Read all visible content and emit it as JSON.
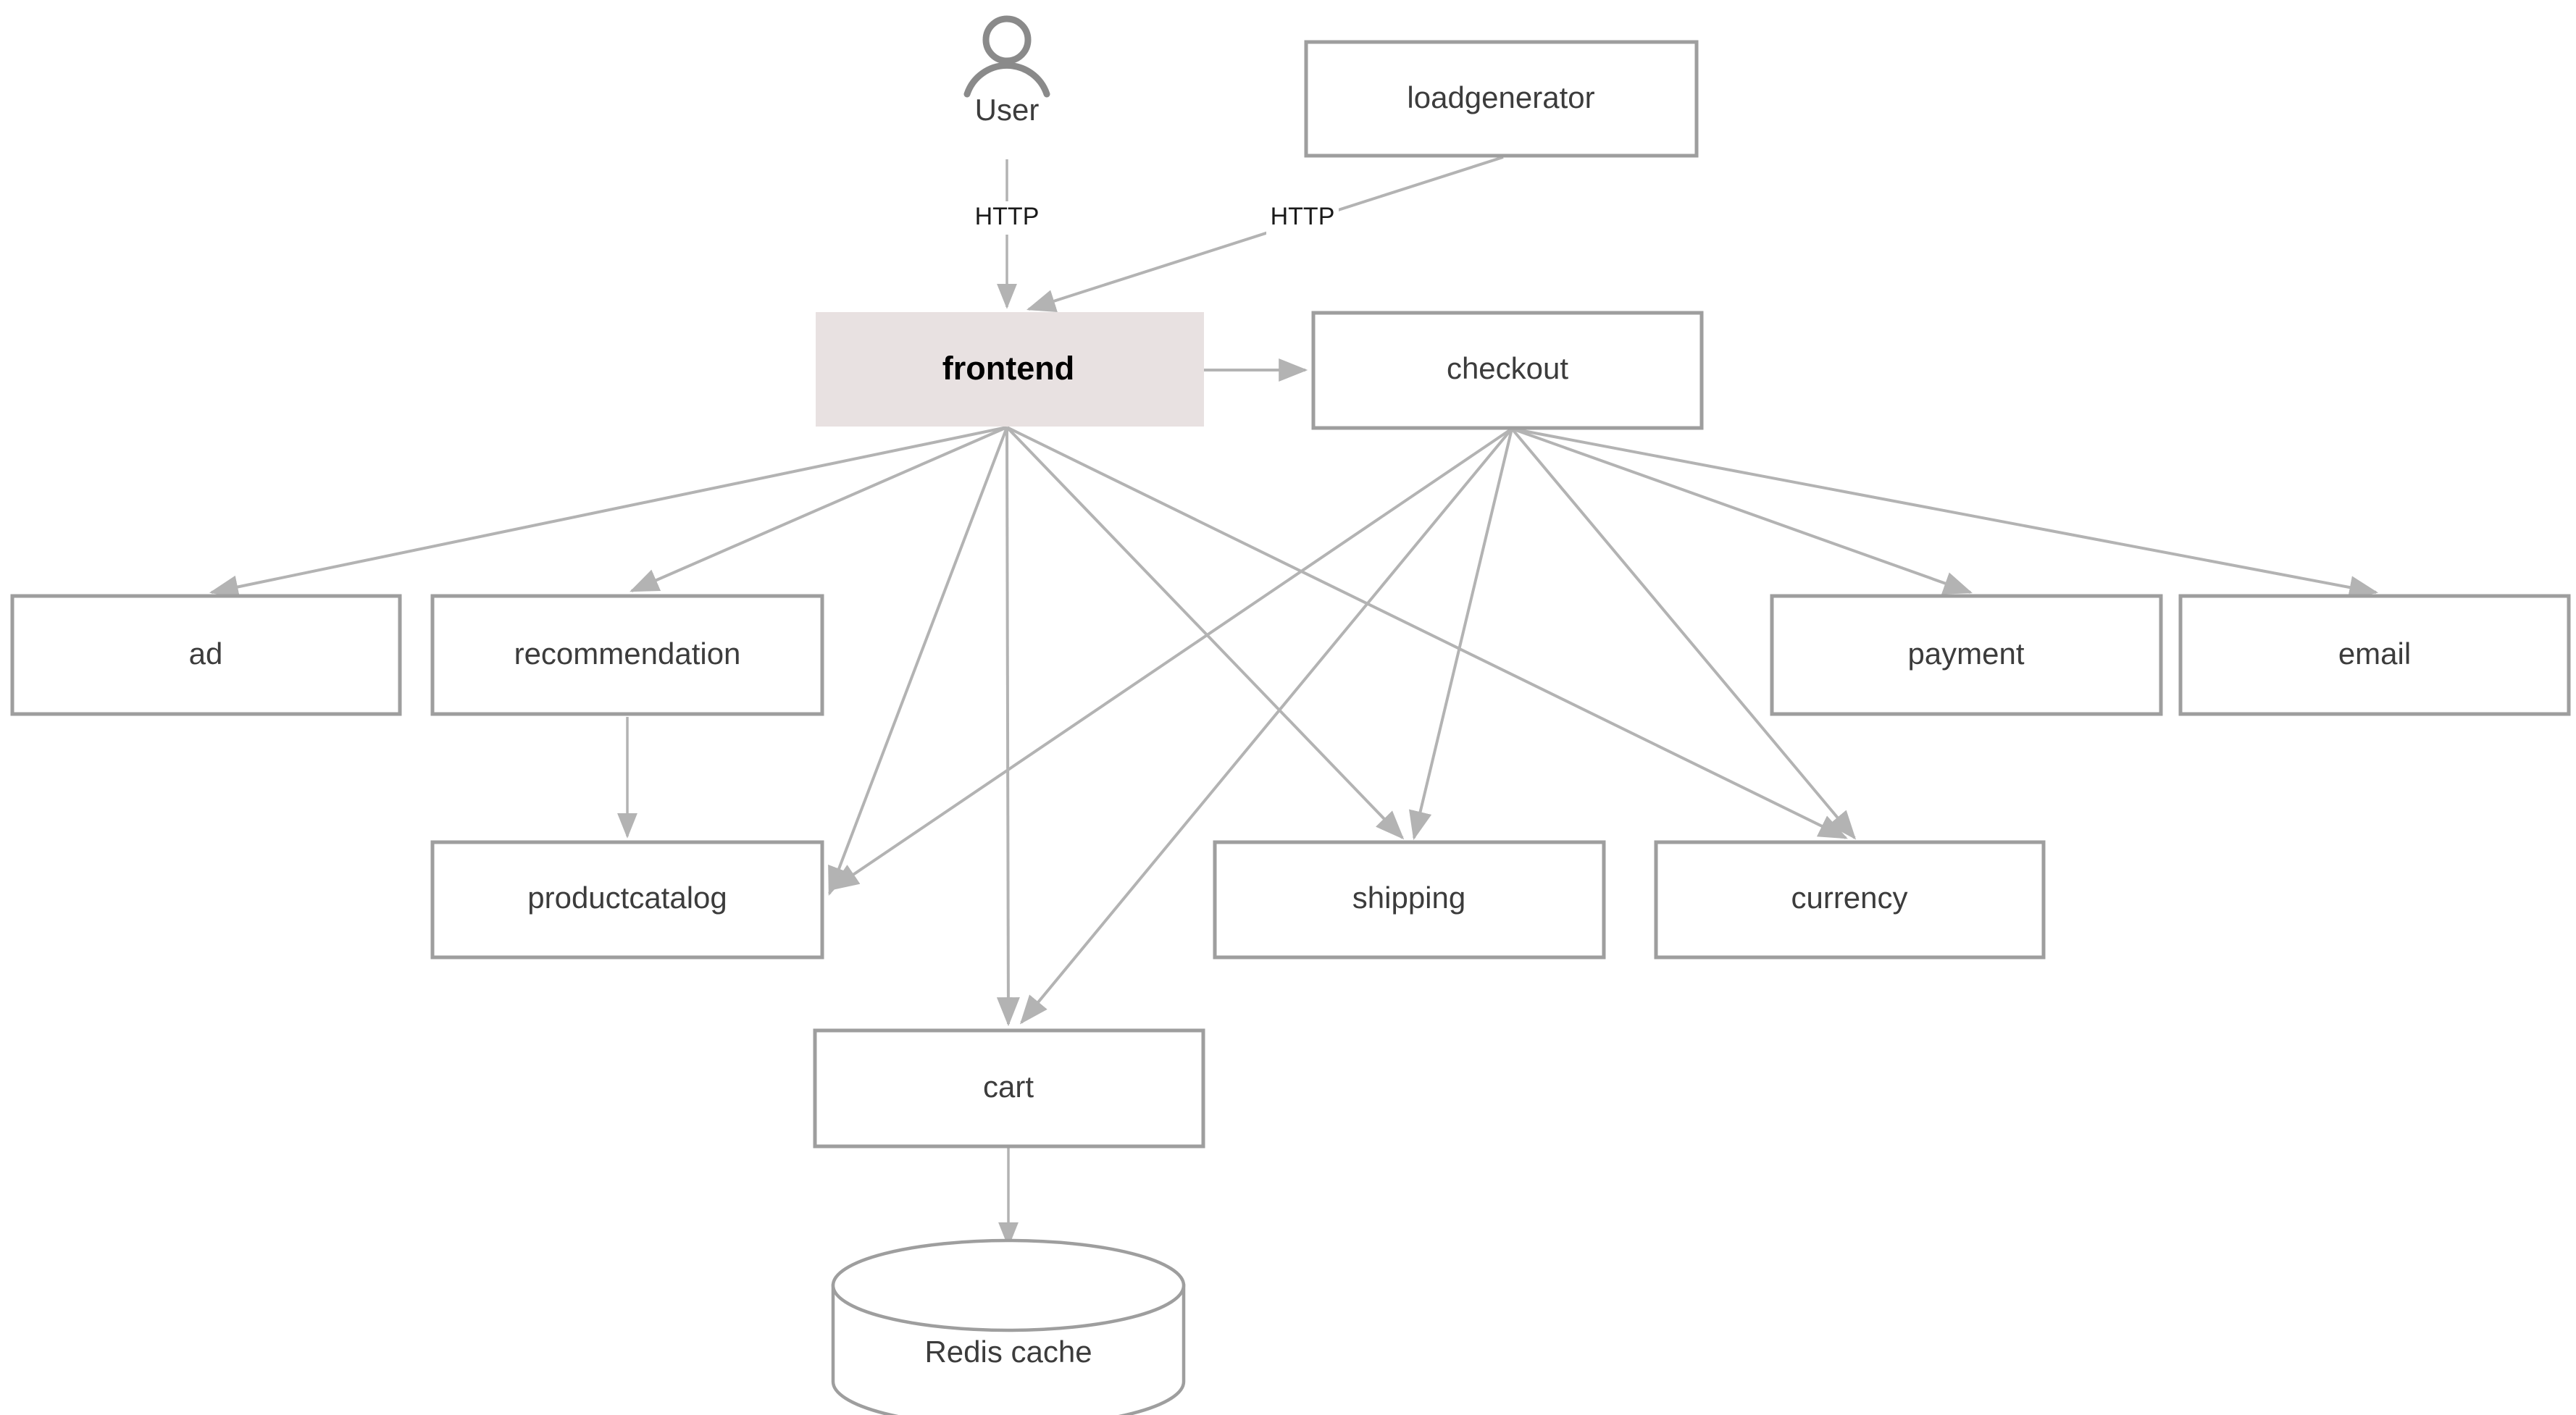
{
  "diagram": {
    "title": "microservices-architecture",
    "background_color": "#ffffff",
    "edge_color": "#b3b3b3",
    "node_stroke_color": "#9e9e9e",
    "node_fill_color": "#ffffff",
    "highlight_fill_color": "#e8e1e1",
    "text_color": "#3c3c3c",
    "actor": {
      "icon": "user-person-icon",
      "label": "User",
      "stroke_color": "#8a8a8a"
    },
    "nodes": [
      {
        "id": "loadgenerator",
        "label": "loadgenerator",
        "shape": "rect",
        "highlight": false
      },
      {
        "id": "frontend",
        "label": "frontend",
        "shape": "rect",
        "highlight": true
      },
      {
        "id": "checkout",
        "label": "checkout",
        "shape": "rect",
        "highlight": false
      },
      {
        "id": "ad",
        "label": "ad",
        "shape": "rect",
        "highlight": false
      },
      {
        "id": "recommendation",
        "label": "recommendation",
        "shape": "rect",
        "highlight": false
      },
      {
        "id": "payment",
        "label": "payment",
        "shape": "rect",
        "highlight": false
      },
      {
        "id": "email",
        "label": "email",
        "shape": "rect",
        "highlight": false
      },
      {
        "id": "productcatalog",
        "label": "productcatalog",
        "shape": "rect",
        "highlight": false
      },
      {
        "id": "shipping",
        "label": "shipping",
        "shape": "rect",
        "highlight": false
      },
      {
        "id": "currency",
        "label": "currency",
        "shape": "rect",
        "highlight": false
      },
      {
        "id": "cart",
        "label": "cart",
        "shape": "rect",
        "highlight": false
      },
      {
        "id": "redis",
        "label": "Redis cache",
        "shape": "cylinder",
        "highlight": false
      }
    ],
    "edges": [
      {
        "from": "User",
        "to": "frontend",
        "label": "HTTP"
      },
      {
        "from": "loadgenerator",
        "to": "frontend",
        "label": "HTTP"
      },
      {
        "from": "frontend",
        "to": "checkout",
        "label": ""
      },
      {
        "from": "frontend",
        "to": "ad",
        "label": ""
      },
      {
        "from": "frontend",
        "to": "recommendation",
        "label": ""
      },
      {
        "from": "frontend",
        "to": "productcatalog",
        "label": ""
      },
      {
        "from": "frontend",
        "to": "cart",
        "label": ""
      },
      {
        "from": "frontend",
        "to": "shipping",
        "label": ""
      },
      {
        "from": "frontend",
        "to": "currency",
        "label": ""
      },
      {
        "from": "recommendation",
        "to": "productcatalog",
        "label": ""
      },
      {
        "from": "checkout",
        "to": "productcatalog",
        "label": ""
      },
      {
        "from": "checkout",
        "to": "cart",
        "label": ""
      },
      {
        "from": "checkout",
        "to": "shipping",
        "label": ""
      },
      {
        "from": "checkout",
        "to": "currency",
        "label": ""
      },
      {
        "from": "checkout",
        "to": "payment",
        "label": ""
      },
      {
        "from": "checkout",
        "to": "email",
        "label": ""
      },
      {
        "from": "cart",
        "to": "redis",
        "label": ""
      }
    ],
    "edge_labels": {
      "user_http": "HTTP",
      "loadgen_http": "HTTP"
    }
  }
}
